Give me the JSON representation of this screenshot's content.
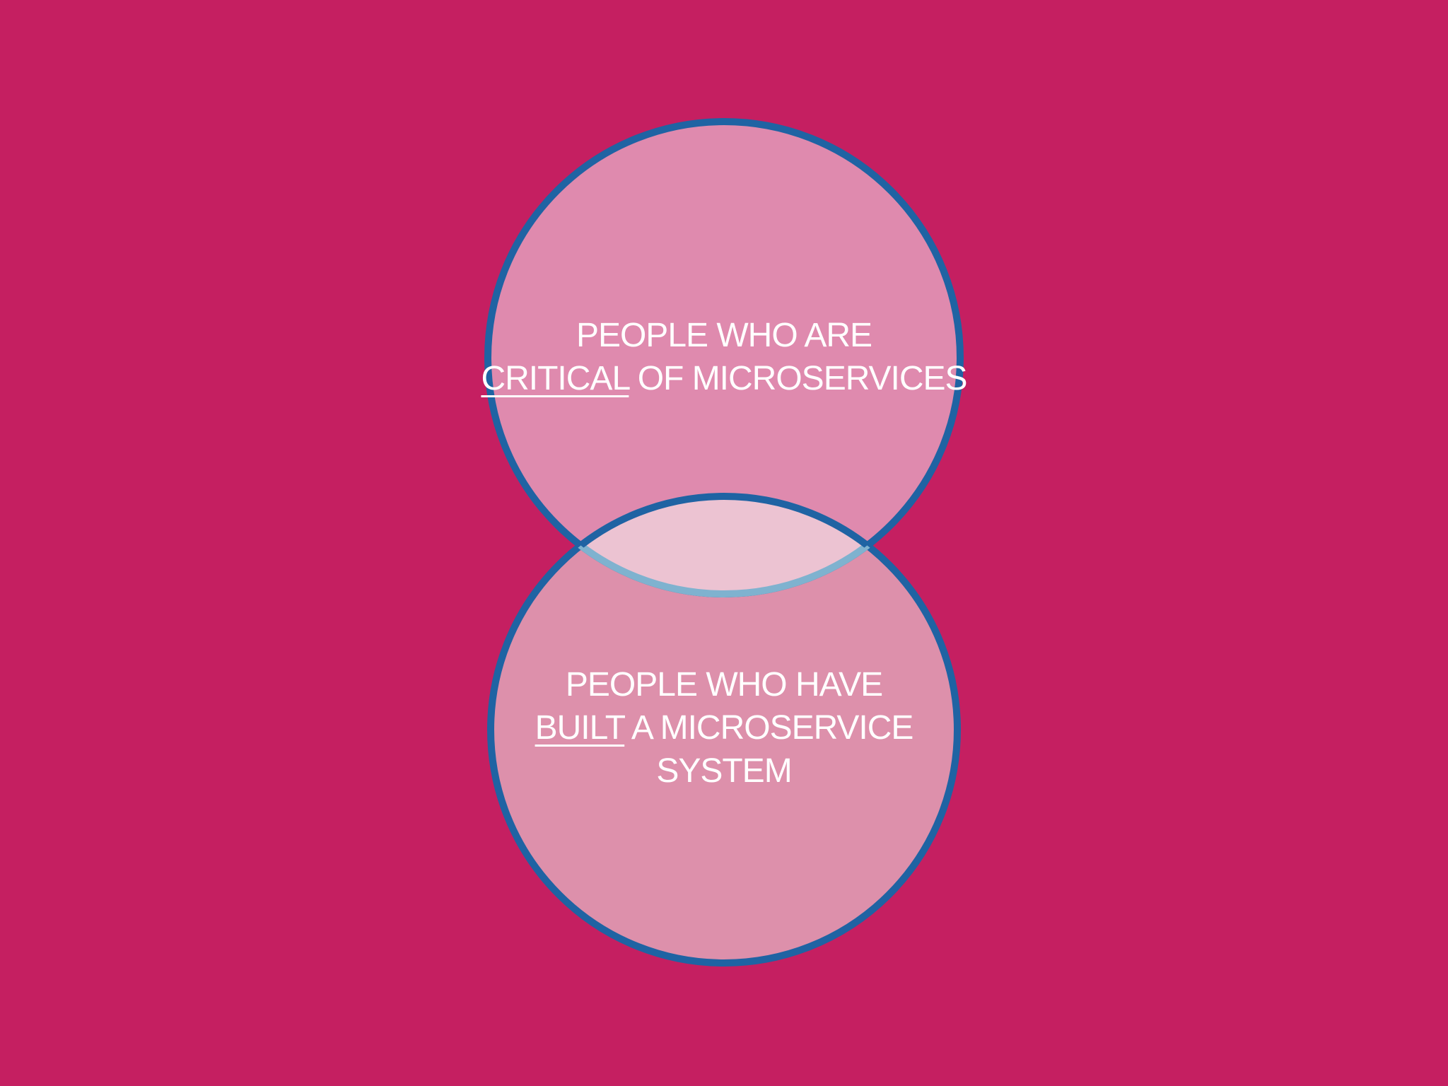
{
  "colors": {
    "background": "#c51f61",
    "circle_fill": "#e8aac4",
    "circle_stroke": "#1f63a3",
    "text": "#ffffff"
  },
  "sets": [
    {
      "line1": "PEOPLE WHO ARE",
      "line2_underlined": "CRITICAL",
      "line2_rest": " OF MICROSERVICES"
    },
    {
      "line1": "PEOPLE WHO HAVE",
      "line2_underlined": "BUILT",
      "line2_rest": " A MICROSERVICE",
      "line3": "SYSTEM"
    }
  ]
}
